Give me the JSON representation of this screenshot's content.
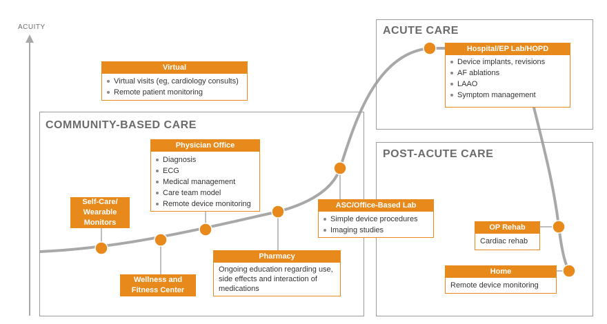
{
  "axis": {
    "label": "ACUITY"
  },
  "regions": {
    "community": {
      "title": "COMMUNITY-BASED CARE"
    },
    "acute": {
      "title": "ACUTE CARE"
    },
    "post_acute": {
      "title": "POST-ACUTE CARE"
    }
  },
  "boxes": {
    "virtual": {
      "title": "Virtual",
      "items": [
        "Virtual visits (eg, cardiology consults)",
        "Remote patient monitoring"
      ]
    },
    "physician": {
      "title": "Physician Office",
      "items": [
        "Diagnosis",
        "ECG",
        "Medical management",
        "Care team model",
        "Remote device monitoring"
      ]
    },
    "self_care": {
      "line1": "Self-Care/",
      "line2": "Wearable",
      "line3": "Monitors"
    },
    "wellness": {
      "line1": "Wellness and",
      "line2": "Fitness Center"
    },
    "pharmacy": {
      "title": "Pharmacy",
      "text": "Ongoing education regarding use, side effects and interaction of medications"
    },
    "asc": {
      "title": "ASC/Office-Based Lab",
      "items": [
        "Simple device procedures",
        "Imaging studies"
      ]
    },
    "hospital": {
      "title": "Hospital/EP Lab/HOPD",
      "items": [
        "Device implants, revisions",
        "AF ablations",
        "LAAO",
        "Symptom management"
      ]
    },
    "op_rehab": {
      "title": "OP Rehab",
      "text": "Cardiac rehab"
    },
    "home": {
      "title": "Home",
      "text": "Remote device monitoring"
    }
  },
  "colors": {
    "accent": "#E8891C",
    "curve": "#A8A8A8",
    "border": "#9A9A9A",
    "title": "#6B6B6B"
  }
}
